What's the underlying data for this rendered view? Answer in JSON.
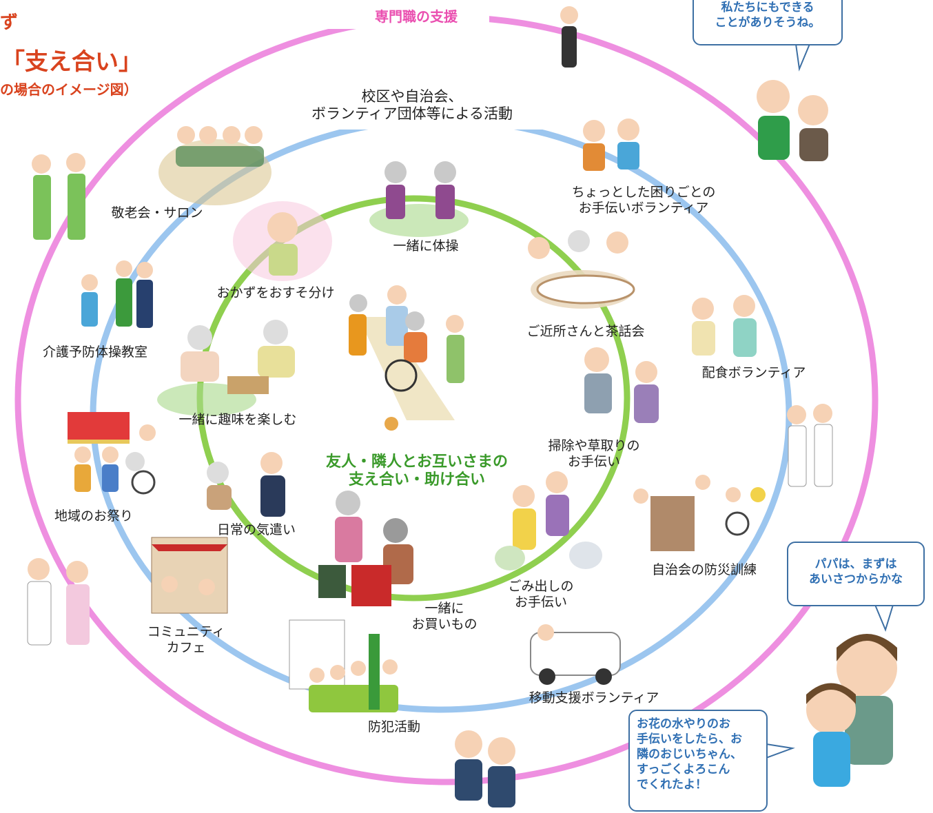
{
  "title": {
    "line1": "ず",
    "line2": "「支え合い」",
    "line3": "の場合のイメージ図）"
  },
  "rings": {
    "outer": "専門職の支援",
    "middle": "校区や自治会、\nボランティア団体等による活動",
    "inner": "友人・隣人とお互いさまの\n支え合い・助け合い"
  },
  "labels": {
    "taiso": "一緒に体操",
    "osusowake": "おかずをおすそ分け",
    "chawakai": "ご近所さんと茶話会",
    "shumi": "一緒に趣味を楽しむ",
    "soji": "掃除や草取りの\nお手伝い",
    "kizukai": "日常の気遣い",
    "gomi": "ごみ出しの\nお手伝い",
    "kaimono": "一緒に\nお買いもの",
    "keirou": "敬老会・サロン",
    "komarigoto": "ちょっとした困りごとの\nお手伝いボランティア",
    "kaigo": "介護予防体操教室",
    "haishoku": "配食ボランティア",
    "matsuri": "地域のお祭り",
    "bousai": "自治会の防災訓練",
    "cafe": "コミュニティ\nカフェ",
    "idou": "移動支援ボランティア",
    "bouhan": "防犯活動"
  },
  "bubbles": {
    "elders": "私たちにもできる\nことがありそうね。",
    "papa": "パパは、まずは\nあいさつからかな",
    "child": "お花の水やりのお\n手伝いをしたら、お\n隣のおじいちゃん、\nすっごくよろこん\nでくれたよ！"
  },
  "colors": {
    "outer_ring": "#ee8fe0",
    "middle_ring": "#9cc6ef",
    "inner_ring": "#8fcf4f",
    "title": "#d9431e",
    "inner_text": "#3a9a2a",
    "bubble_text": "#2f6fb3"
  }
}
